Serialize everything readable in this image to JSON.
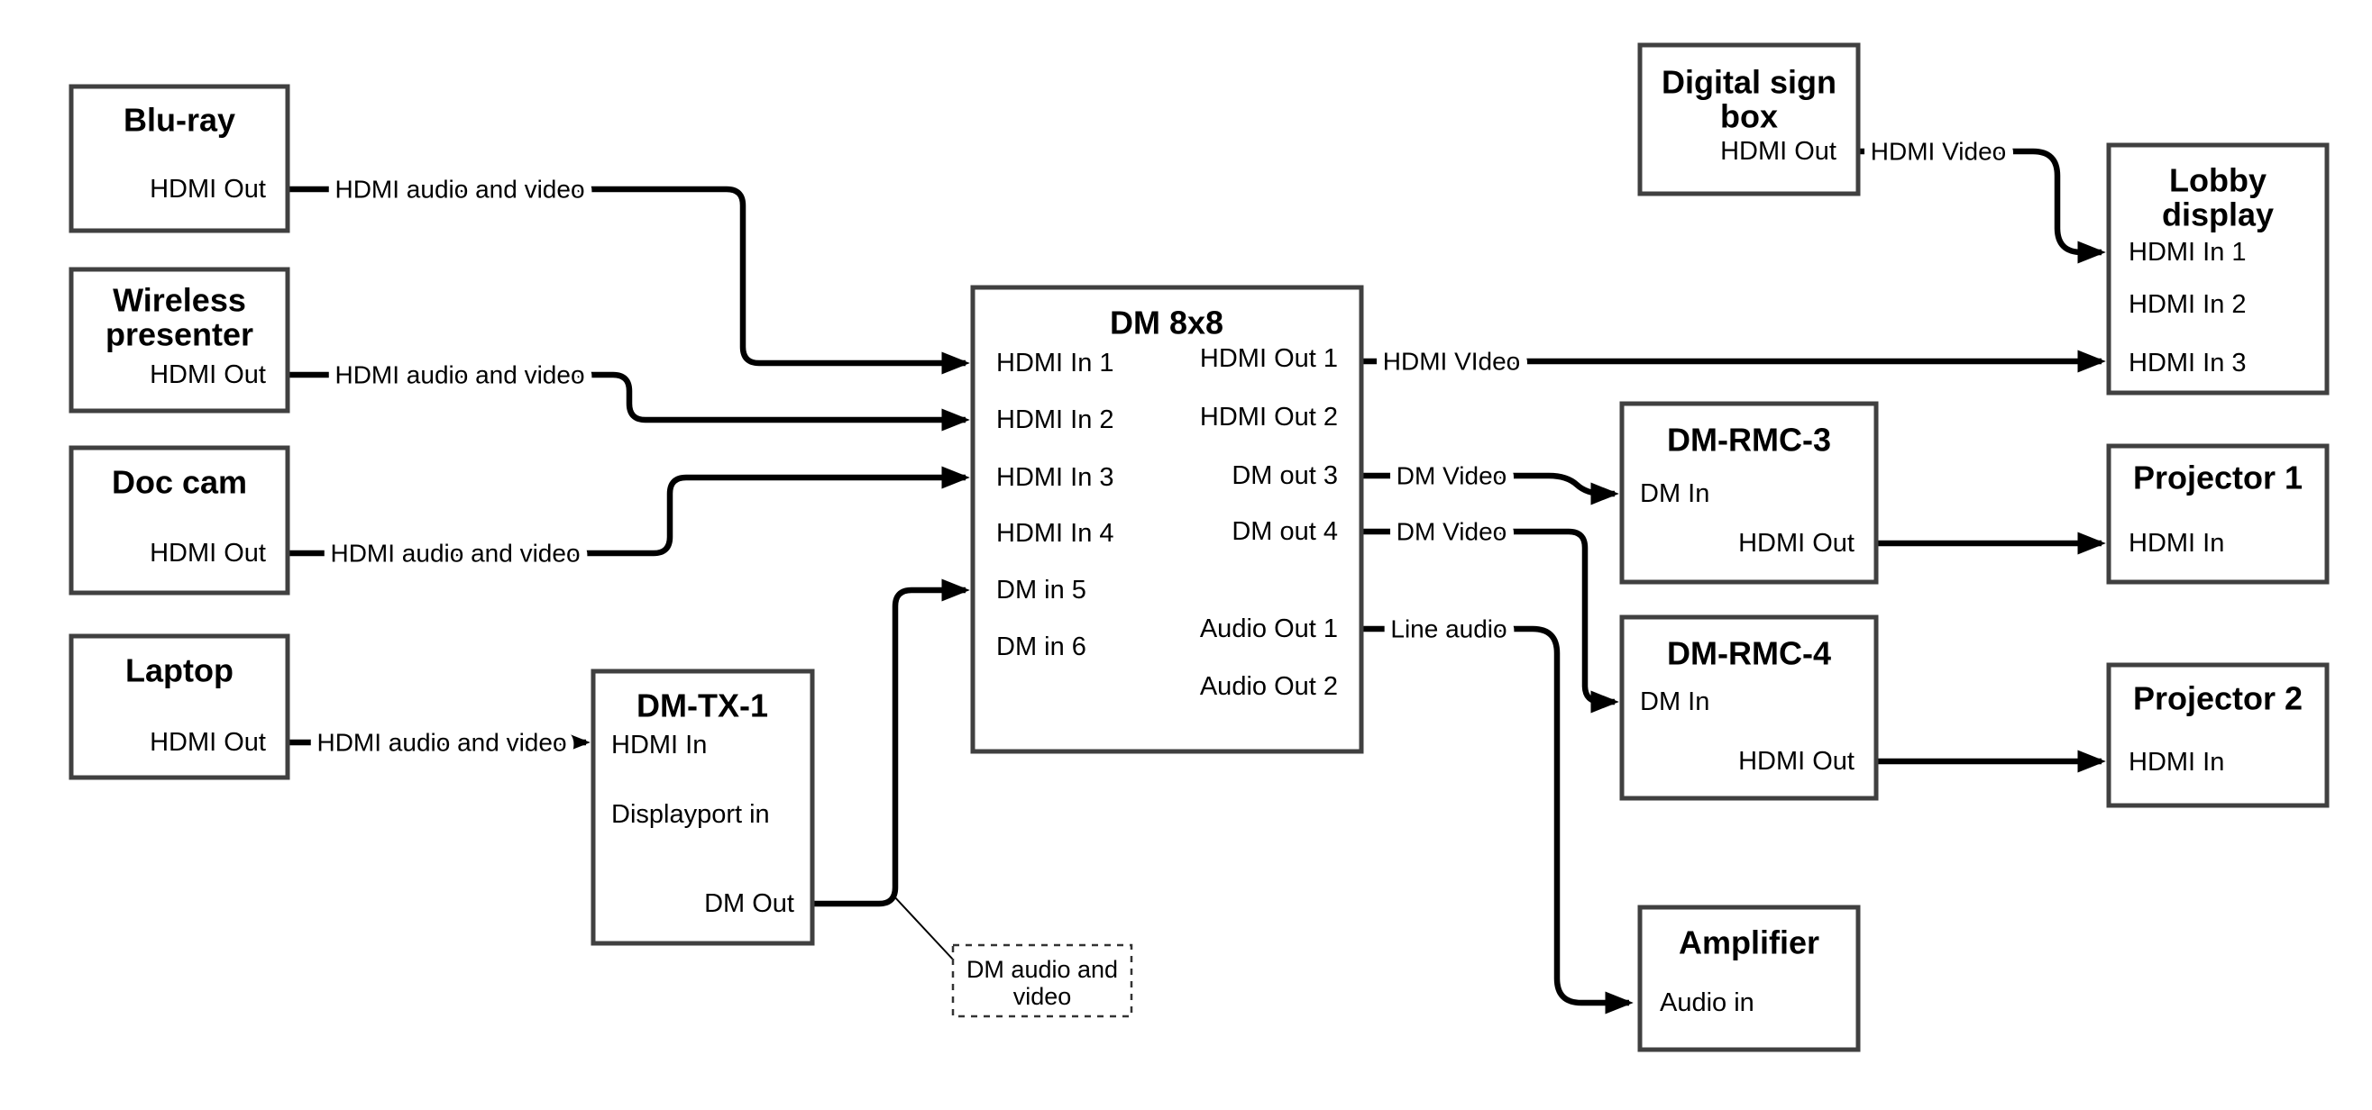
{
  "diagram": {
    "background": "#ffffff",
    "wire_color": "#000000",
    "box_border_color": "#404040",
    "text_color": "#000000"
  },
  "nodes": {
    "blu_ray": {
      "title_lines": [
        "Blu-ray"
      ],
      "ports": [
        {
          "label": "HDMI Out"
        }
      ]
    },
    "wireless_presenter": {
      "title_lines": [
        "Wireless",
        "presenter"
      ],
      "ports": [
        {
          "label": "HDMI Out"
        }
      ]
    },
    "doc_cam": {
      "title_lines": [
        "Doc cam"
      ],
      "ports": [
        {
          "label": "HDMI Out"
        }
      ]
    },
    "laptop": {
      "title_lines": [
        "Laptop"
      ],
      "ports": [
        {
          "label": "HDMI Out"
        }
      ]
    },
    "dm_tx_1": {
      "title_lines": [
        "DM-TX-1"
      ],
      "ports": [
        {
          "label": "HDMI In"
        },
        {
          "label": "Displayport in"
        },
        {
          "label": "DM Out"
        }
      ]
    },
    "dm_8x8": {
      "title_lines": [
        "DM 8x8"
      ],
      "ports": [
        {
          "label": "HDMI In 1"
        },
        {
          "label": "HDMI In 2"
        },
        {
          "label": "HDMI In 3"
        },
        {
          "label": "HDMI In 4"
        },
        {
          "label": "DM in 5"
        },
        {
          "label": "DM in 6"
        },
        {
          "label": "HDMI Out 1"
        },
        {
          "label": "HDMI Out 2"
        },
        {
          "label": "DM out 3"
        },
        {
          "label": "DM out 4"
        },
        {
          "label": "Audio Out 1"
        },
        {
          "label": "Audio Out 2"
        }
      ]
    },
    "digital_sign_box": {
      "title_lines": [
        "Digital sign",
        "box"
      ],
      "ports": [
        {
          "label": "HDMI Out"
        }
      ]
    },
    "lobby_display": {
      "title_lines": [
        "Lobby",
        "display"
      ],
      "ports": [
        {
          "label": "HDMI In 1"
        },
        {
          "label": "HDMI In 2"
        },
        {
          "label": "HDMI In 3"
        }
      ]
    },
    "dm_rmc_3": {
      "title_lines": [
        "DM-RMC-3"
      ],
      "ports": [
        {
          "label": "DM In"
        },
        {
          "label": "HDMI Out"
        }
      ]
    },
    "projector_1": {
      "title_lines": [
        "Projector 1"
      ],
      "ports": [
        {
          "label": "HDMI In"
        }
      ]
    },
    "dm_rmc_4": {
      "title_lines": [
        "DM-RMC-4"
      ],
      "ports": [
        {
          "label": "DM In"
        },
        {
          "label": "HDMI Out"
        }
      ]
    },
    "projector_2": {
      "title_lines": [
        "Projector 2"
      ],
      "ports": [
        {
          "label": "HDMI In"
        }
      ]
    },
    "amplifier": {
      "title_lines": [
        "Amplifier"
      ],
      "ports": [
        {
          "label": "Audio in"
        }
      ]
    }
  },
  "edges": [
    {
      "from": "Blu-ray HDMI Out",
      "to": "DM 8x8 HDMI In 1",
      "label": "HDMI audio and video"
    },
    {
      "from": "Wireless presenter HDMI Out",
      "to": "DM 8x8 HDMI In 2",
      "label": "HDMI audio and video"
    },
    {
      "from": "Doc cam HDMI Out",
      "to": "DM 8x8 HDMI In 3",
      "label": "HDMI audio and video"
    },
    {
      "from": "Laptop HDMI Out",
      "to": "DM-TX-1 HDMI In",
      "label": "HDMI audio and video"
    },
    {
      "from": "DM-TX-1 DM Out",
      "to": "DM 8x8 DM in 5",
      "label": ""
    },
    {
      "from": "DM 8x8 HDMI Out 1",
      "to": "Lobby display HDMI In 3",
      "label": "HDMI VIdeo"
    },
    {
      "from": "DM 8x8 DM out 3",
      "to": "DM-RMC-3 DM In",
      "label": "DM Video"
    },
    {
      "from": "DM 8x8 DM out 4",
      "to": "DM-RMC-4 DM In",
      "label": "DM Video"
    },
    {
      "from": "DM 8x8 Audio Out 1",
      "to": "Amplifier Audio in",
      "label": "Line audio"
    },
    {
      "from": "Digital sign box HDMI Out",
      "to": "Lobby display HDMI In 1",
      "label": "HDMI Video"
    },
    {
      "from": "DM-RMC-3 HDMI Out",
      "to": "Projector 1 HDMI In",
      "label": ""
    },
    {
      "from": "DM-RMC-4 HDMI Out",
      "to": "Projector 2 HDMI In",
      "label": ""
    }
  ],
  "annotation": {
    "text_lines": [
      "DM audio and",
      "video"
    ]
  }
}
